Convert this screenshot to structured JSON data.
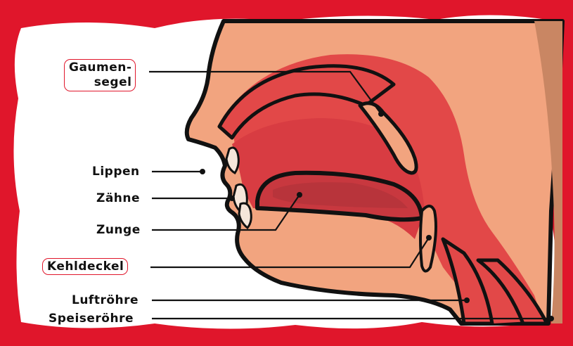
{
  "labels": {
    "gaumensegel_1": "Gaumen-",
    "gaumensegel_2": "segel",
    "lippen": "Lippen",
    "zaehne": "Zähne",
    "zunge": "Zunge",
    "kehldeckel": "Kehldeckel",
    "luftroehre": "Luftröhre",
    "speiseroehre": "Speiseröhre"
  },
  "colors": {
    "frame": "#e0162b",
    "skin": "#f2a47f",
    "skin_shadow": "#c98663",
    "tissue": "#e24848",
    "tissue_dark": "#b8343b",
    "outline": "#111111"
  }
}
